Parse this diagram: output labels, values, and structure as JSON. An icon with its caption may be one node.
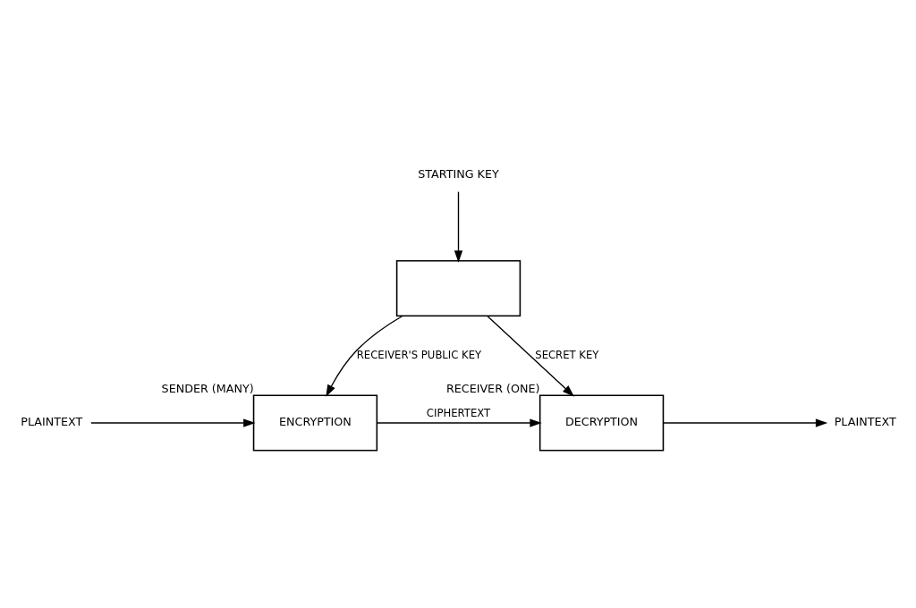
{
  "diagram": {
    "nodes": [
      {
        "text": [],
        "shape": "box"
      },
      {
        "text": [
          "ENCRYPTION"
        ],
        "beside": [
          "SENDER (MANY)"
        ]
      },
      {
        "text": [
          "DECRYPTION"
        ],
        "beside": [
          "RECEIVER (ONE)"
        ]
      },
      {
        "text": [
          "STARTING KEY"
        ]
      },
      {
        "text": [
          "PLAINTEXT"
        ]
      },
      {
        "text": [
          "PLAINTEXT"
        ]
      }
    ],
    "edges": [
      {
        "from": 3,
        "to": 0,
        "arrow": "to"
      },
      {
        "from": 0,
        "to": 1,
        "arrow": "to",
        "label": "RECEIVER'S PUBLIC KEY"
      },
      {
        "from": 0,
        "to": 2,
        "arrow": "to",
        "label": "SECRET KEY"
      },
      {
        "from": 4,
        "to": 1,
        "arrow": "to"
      },
      {
        "from": 1,
        "to": 2,
        "arrow": "to",
        "label": "CIPHERTEXT"
      },
      {
        "from": 2,
        "to": 5,
        "arrow": "to"
      }
    ]
  }
}
